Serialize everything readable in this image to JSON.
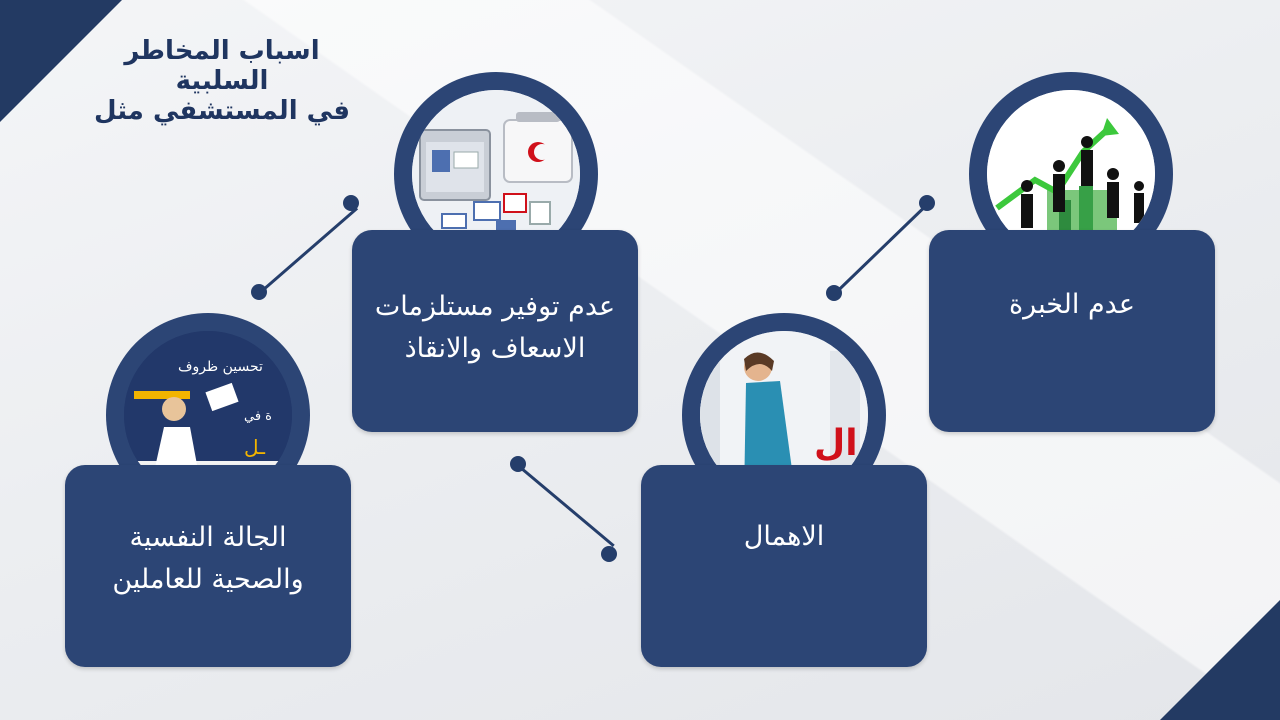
{
  "slide": {
    "title_line1": "اسباب المخاطر السلبية",
    "title_line2": "في المستشفي مثل"
  },
  "cards": [
    {
      "id": "experience",
      "text_line1": "عدم الخبرة",
      "image": "business-people-growth-chart-icon"
    },
    {
      "id": "supplies",
      "text_line1": "عدم توفير مستلزمات",
      "text_line2": "الاسعاف والانقاذ",
      "image": "first-aid-kit-icon"
    },
    {
      "id": "negligence",
      "text_line1": "الاهمال",
      "image": "tired-nurse-icon",
      "image_text": "ال"
    },
    {
      "id": "wellbeing",
      "text_line1": "الجالة النفسية",
      "text_line2": "والصحية للعاملين",
      "image": "stressed-woman-icon",
      "image_text_1": "تحسين ظروف",
      "image_text_2": "ة في",
      "image_text_3": "ـل"
    }
  ],
  "colors": {
    "navy": "#2c4575",
    "title": "#1f3560",
    "background": "#eceef1",
    "accent_red": "#d0101a",
    "accent_yellow": "#f2b400",
    "accent_green": "#3cc83c"
  }
}
